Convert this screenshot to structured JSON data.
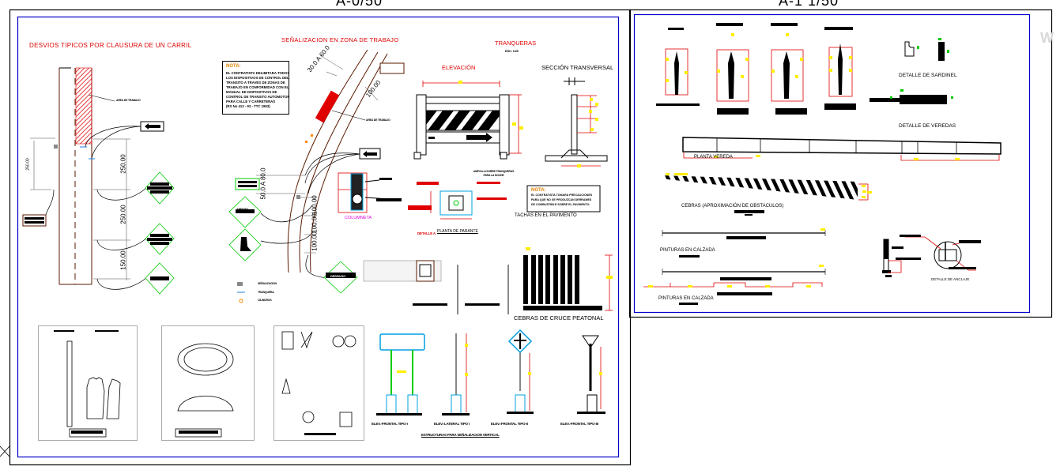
{
  "sheets": [
    {
      "id": "left",
      "scale_label": "A-0/50"
    },
    {
      "id": "right",
      "scale_label": "A-1 1/50"
    }
  ],
  "left_sheet": {
    "desvios": {
      "title": "DESVIOS TIPICOS POR CLAUSURA DE UN CARRIL",
      "work_area_label": "AREA DE TRABAJO",
      "dim_left": "250.00",
      "dims": [
        "250.00",
        "250.00",
        "150.00"
      ]
    },
    "senalizacion": {
      "title": "SEÑALIZACION EN ZONA DE TRABAJO",
      "note": {
        "title": "NOTA:",
        "lines": [
          "EL CONTRATISTA DELIMITARA TODOS",
          "LOS DISPOSITIVOS DE CONTROL DEL",
          "TRANSITO A TRAVES DE ZONAS DE",
          "TRABAJO EN CONFORMIDAD CON EL",
          "MANUAL DE DISPOSITIVOS DE",
          "CONTROL DE TRANSITO AUTOMOTOR",
          "PARA CALLE Y CARRETERAS",
          "(RS No 413 - 93 - TTC 1993)"
        ]
      },
      "dim_top": "30.0 A 60.0",
      "dim_right": "100.00",
      "dim_bottom": "50.0 A 80.0",
      "dims_vertical": [
        "100.00",
        "100.00",
        "100.00"
      ],
      "work_area_label": "AREA DE TRABAJO",
      "sign_desvio": "DESVIO",
      "sign_despacio": "DESPACIO",
      "columneta_label": "COLUMNETA",
      "legend": [
        {
          "icon": "signal-icon",
          "label": "SEÑALIZACION"
        },
        {
          "icon": "tranquera-icon",
          "label": "TRANQUERA"
        },
        {
          "icon": "cilindro-icon",
          "label": "CILINDROS"
        }
      ]
    },
    "tranqueras": {
      "title": "TRANQUERAS",
      "scale": "ESC: 1/25",
      "elevacion": "ELEVACIÓN",
      "seccion": "SECCIÓN TRANSVERSAL",
      "caption": "AMPOLLA SOBRE TRANQUERAS PARA LA NOCHE"
    },
    "tachas": {
      "note_title": "NOTA:",
      "note_lines": [
        "EL CONTRATISTA TOMARA PRECAUCIONES",
        "PARA QUE NO SE PRODUZCAN DERRAMES",
        "DE COMBUSTIBLE SOBRE EL PAVIMENTO."
      ],
      "title": "TACHAS EN EL PAVIMENTO",
      "planta_parante": "PLANTA DE PARANTE",
      "detalle_a": "DETALLE A",
      "cebras_title": "CEBRAS DE CRUCE PEATONAL"
    },
    "estructuras": {
      "labels": [
        "ELEV.-FRONTAL TIPO-I",
        "ELEV.-LATERAL TIPO I",
        "ELEV.-FRONTAL TIPO-II",
        "ELEV.-FRONTAL TIPO-III"
      ],
      "title": "ESTRUCTURAS PARA SEÑALIZACION VERTICAL"
    }
  },
  "right_sheet": {
    "sardinel_title": "DETALLE DE SARDINEL",
    "veredas_title": "DETALLE DE VEREDAS",
    "planta_vereda": "PLANTA VEREDA",
    "cebras_obstaculos": "CEBRAS (APROXIMACIÓN DE OBSTACULOS)",
    "pinturas_1": "PINTURAS EN CALZADA",
    "pinturas_2": "PINTURAS EN CALZADA",
    "anclaje": "DETALLE DE ANCLAJE"
  },
  "watermark": "W",
  "colors": {
    "frame_blue": "#0000cc",
    "title_red": "#e00000",
    "dim_yellow": "#ffee00",
    "sign_green": "#00cc00",
    "road_brown": "#5a1a00",
    "leader_cyan": "#00a0e0"
  }
}
